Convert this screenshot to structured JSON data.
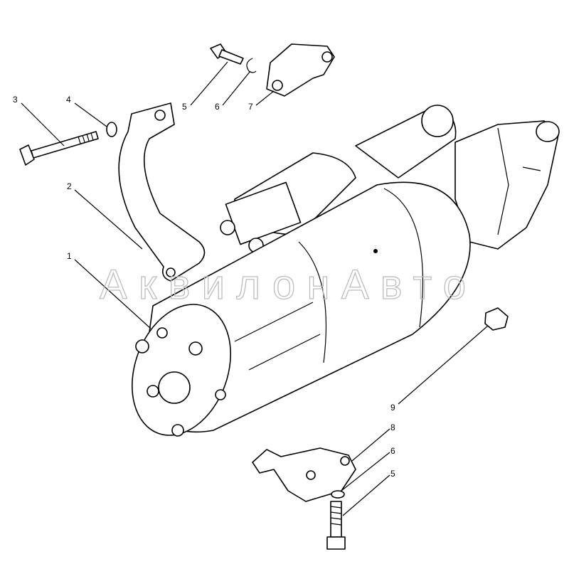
{
  "diagram": {
    "watermark": "АквилонАвто",
    "callouts": [
      {
        "id": "3",
        "text": "3"
      },
      {
        "id": "4",
        "text": "4"
      },
      {
        "id": "5a",
        "text": "5"
      },
      {
        "id": "6a",
        "text": "6"
      },
      {
        "id": "7",
        "text": "7"
      },
      {
        "id": "2",
        "text": "2"
      },
      {
        "id": "1",
        "text": "1"
      },
      {
        "id": "9",
        "text": "9"
      },
      {
        "id": "8",
        "text": "8"
      },
      {
        "id": "6b",
        "text": "6"
      },
      {
        "id": "5b",
        "text": "5"
      }
    ]
  }
}
